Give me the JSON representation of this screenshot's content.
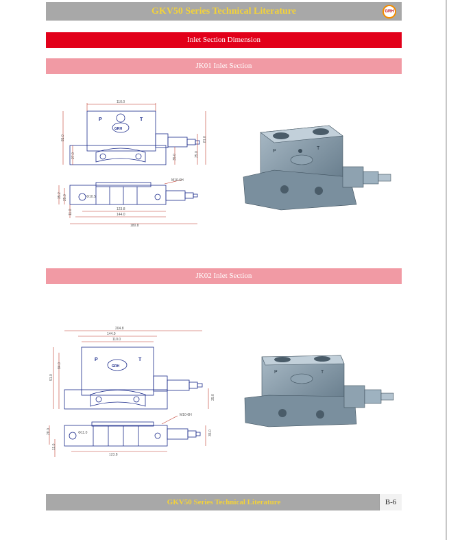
{
  "header": {
    "title": "GKV50 Series Technical Literature",
    "logo_text": "GRH"
  },
  "section_title": "Inlet Section Dimension",
  "sections": [
    {
      "title": "JK01 Inlet Section",
      "labels": {
        "front_width": "110.0",
        "left_height": "81.0",
        "left_low": "27.0",
        "right_height": "81.0",
        "right_mid": "35.0",
        "right_low": "35.0",
        "thread": "M10-6H",
        "bore": "Φ10.5",
        "bot_h1": "35.2",
        "bot_h2": "25.0",
        "bot_h3": "11.0",
        "bot_w1": "123.8",
        "bot_w2": "144.0",
        "bot_w3": "180.8",
        "body_p": "P",
        "body_t": "T",
        "body_logo": "GRH"
      }
    },
    {
      "title": "JK02 Inlet Section",
      "labels": {
        "top_w1": "204.8",
        "top_w2": "144.0",
        "top_w3": "110.0",
        "left_h1": "91.0",
        "left_h2": "84.0",
        "right_h": "35.0",
        "thread": "M10-6H",
        "bore": "Φ11.0",
        "bot_h1": "35.0",
        "bot_h2": "11.0",
        "bot_h3": "28.0",
        "bot_w": "123.8",
        "body_p": "P",
        "body_t": "T",
        "body_logo": "GRH"
      }
    }
  ],
  "footer": {
    "title": "GKV50 Series Technical Literature",
    "page": "B-6"
  },
  "colors": {
    "banner_grey": "#a8a8a8",
    "banner_text": "#f3d23a",
    "red": "#e2001a",
    "pink": "#f19aa4",
    "drawing_line": "#1a2a8a",
    "dimension": "#c0392b",
    "render_body": "#7d93a3"
  }
}
